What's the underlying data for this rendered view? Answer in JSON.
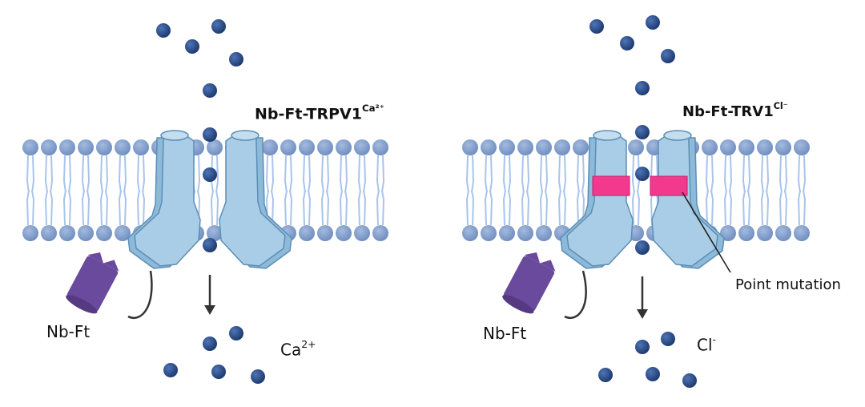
{
  "panels": [
    {
      "id": "left",
      "channel_label": {
        "base": "Nb-Ft-TRPV1",
        "sup": "Ca²⁺"
      },
      "tag_label": "Nb-Ft",
      "ion_label": {
        "base": "Ca",
        "sup": "2+"
      },
      "point_mutation": false
    },
    {
      "id": "right",
      "channel_label": {
        "base": "Nb-Ft-TRV1",
        "sup": "Cl⁻"
      },
      "tag_label": "Nb-Ft",
      "ion_label": {
        "base": "Cl",
        "sup": "-"
      },
      "point_mutation": true,
      "annotation": "Point mutation"
    }
  ],
  "colors": {
    "lipid_head": "#7d9ac7",
    "lipid_tail": "#a9c4ea",
    "channel_fill": "#a9cde6",
    "channel_stroke": "#5c8eb5",
    "channel_dark": "#8dbad9",
    "ion": "#2d4f8c",
    "tag": "#6a4a9c",
    "mutation": "#f2398d",
    "arrow": "#333333"
  }
}
